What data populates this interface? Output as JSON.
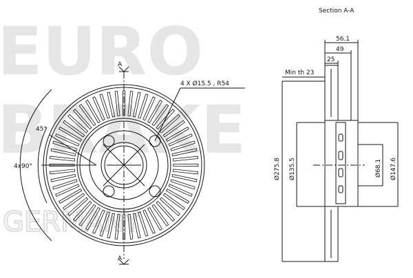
{
  "watermark": {
    "line1": "EURO",
    "line2": "BRAKE",
    "line3": "GERMANY"
  },
  "section_marker": {
    "letter_top": "A",
    "letter_bottom": "A",
    "title": "Section A-A"
  },
  "front_view": {
    "bolt_pattern": "4 X Ø15.5 , R54",
    "angle_45": "45°",
    "angle_4x90": "4x90°"
  },
  "section_view": {
    "min_th": "Min th 23",
    "width_total": "56.1",
    "width_hat": "49",
    "thickness": "25",
    "dia_outer": "Ø275.8",
    "dia_hat": "Ø135.5",
    "dia_bore": "Ø68.1",
    "dia_hub": "Ø147.6"
  },
  "colors": {
    "line": "#111111",
    "watermark": "#e6e6e6"
  }
}
